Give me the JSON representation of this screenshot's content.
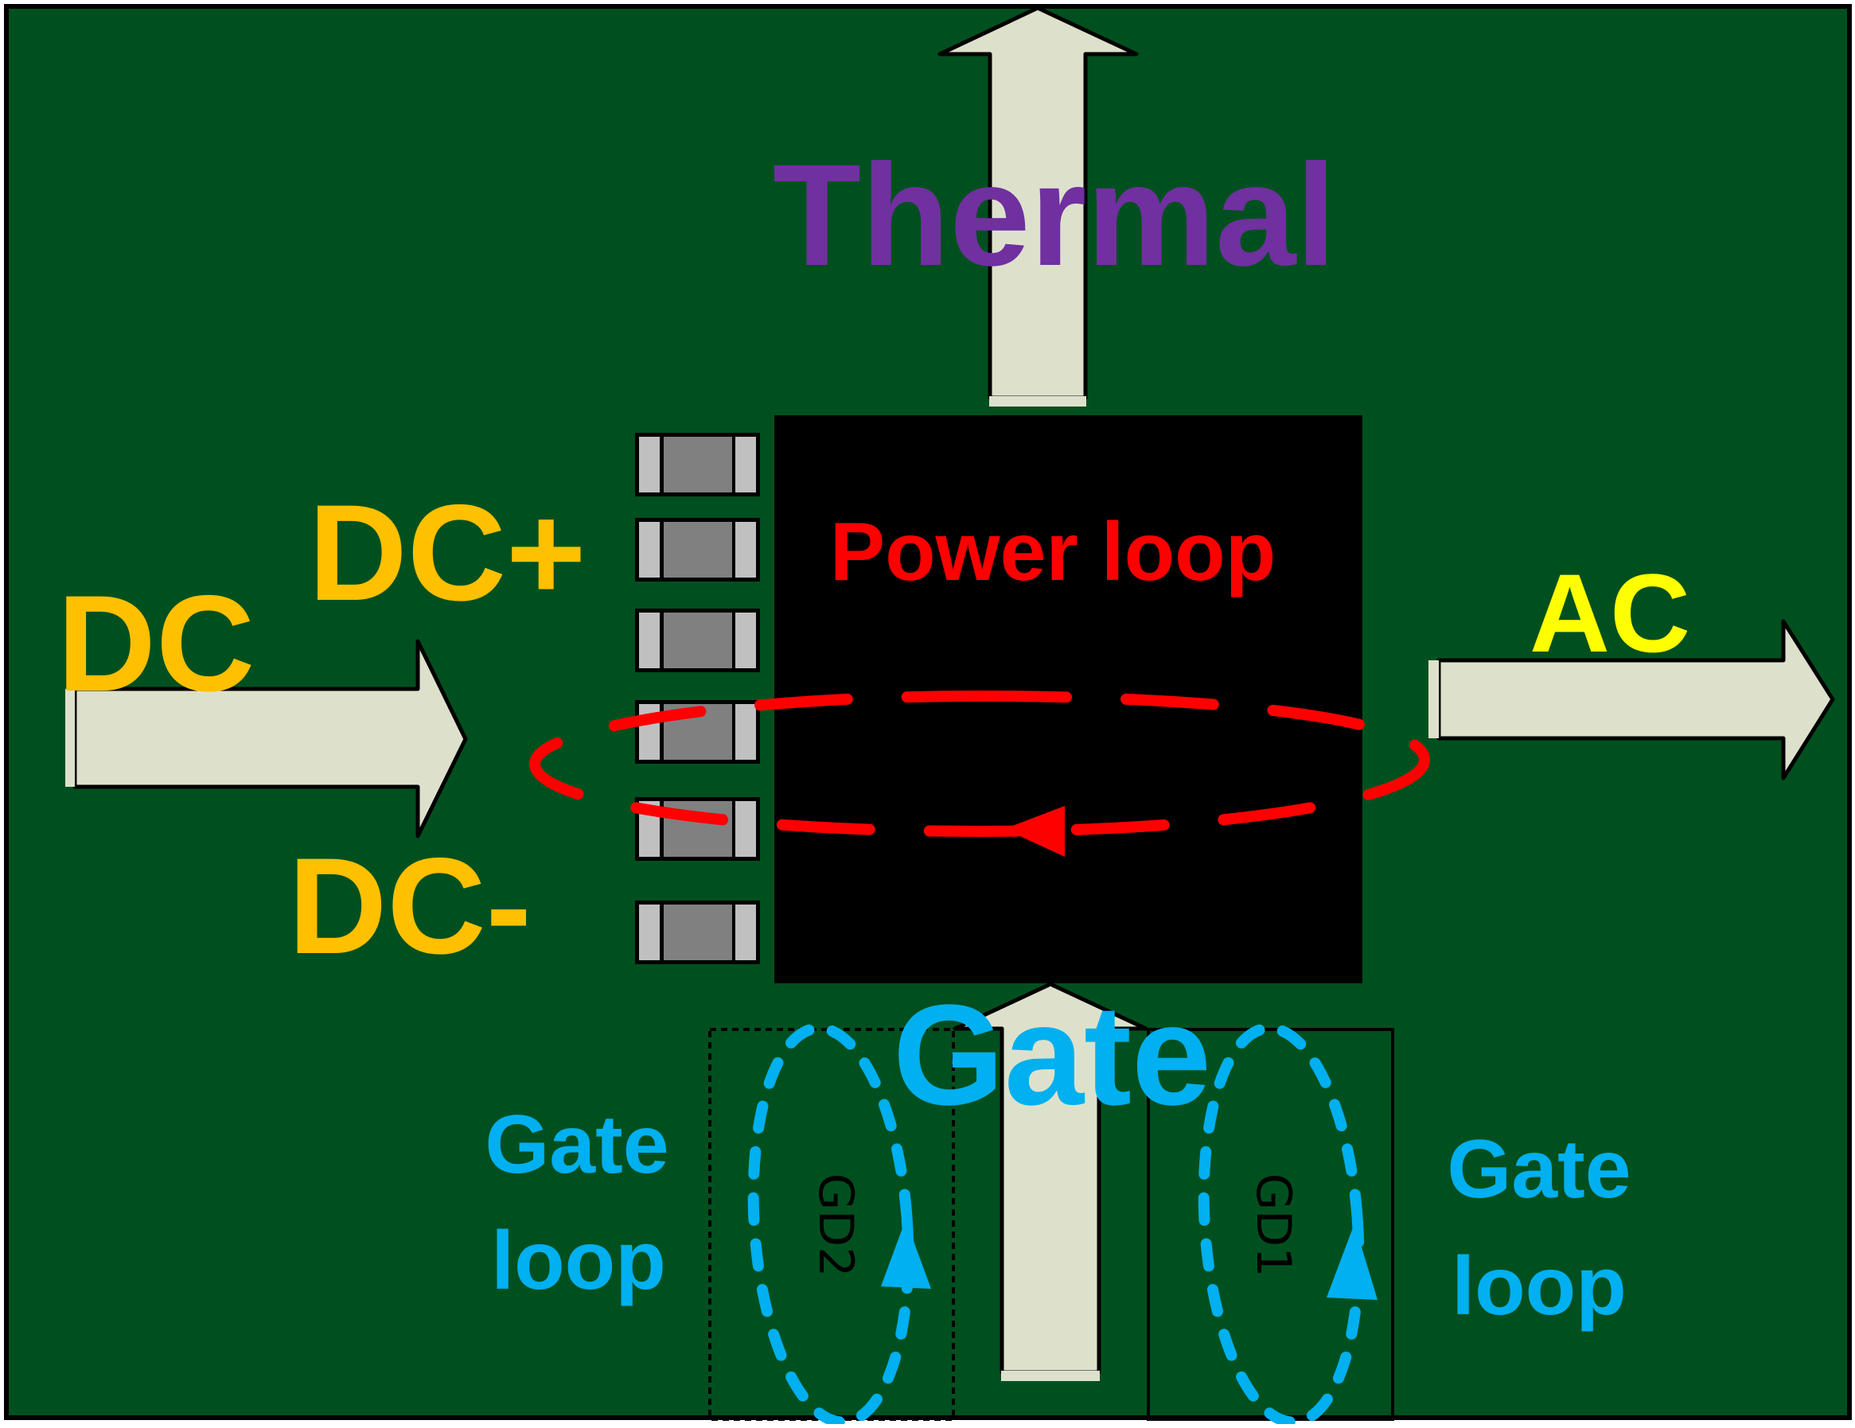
{
  "diagram": {
    "title": "Power module PCB layout: current, gate and thermal paths",
    "colors": {
      "board": "#00501F",
      "board_border": "#000000",
      "die": "#000000",
      "arrow_fill": "#DDE1CC",
      "dc_label": "#FFC000",
      "ac_label": "#FFFF00",
      "thermal_label": "#7030A0",
      "power_loop": "#FF0000",
      "gate": "#00B0F0",
      "cap_pad": "#C0C0C0",
      "cap_body": "#808080"
    },
    "labels": {
      "thermal": "Thermal",
      "power_loop": "Power loop",
      "dc": "DC",
      "dc_plus": "DC+",
      "dc_minus": "DC-",
      "ac": "AC",
      "gate": "Gate",
      "gate_loop_left_line1": "Gate",
      "gate_loop_left_line2": "loop",
      "gate_loop_right_line1": "Gate",
      "gate_loop_right_line2": "loop",
      "gd2": "GD2",
      "gd1": "GD1"
    },
    "arrows": [
      {
        "name": "thermal",
        "direction": "up"
      },
      {
        "name": "dc",
        "direction": "right"
      },
      {
        "name": "ac",
        "direction": "right"
      },
      {
        "name": "gate",
        "direction": "up"
      }
    ],
    "capacitor_count": 6,
    "power_loop_direction": "counter-clockwise",
    "gate_loop_direction": "counter-clockwise",
    "gate_drivers": [
      {
        "label": "GD2",
        "border": "dotted"
      },
      {
        "label": "GD1",
        "border": "solid"
      }
    ]
  }
}
